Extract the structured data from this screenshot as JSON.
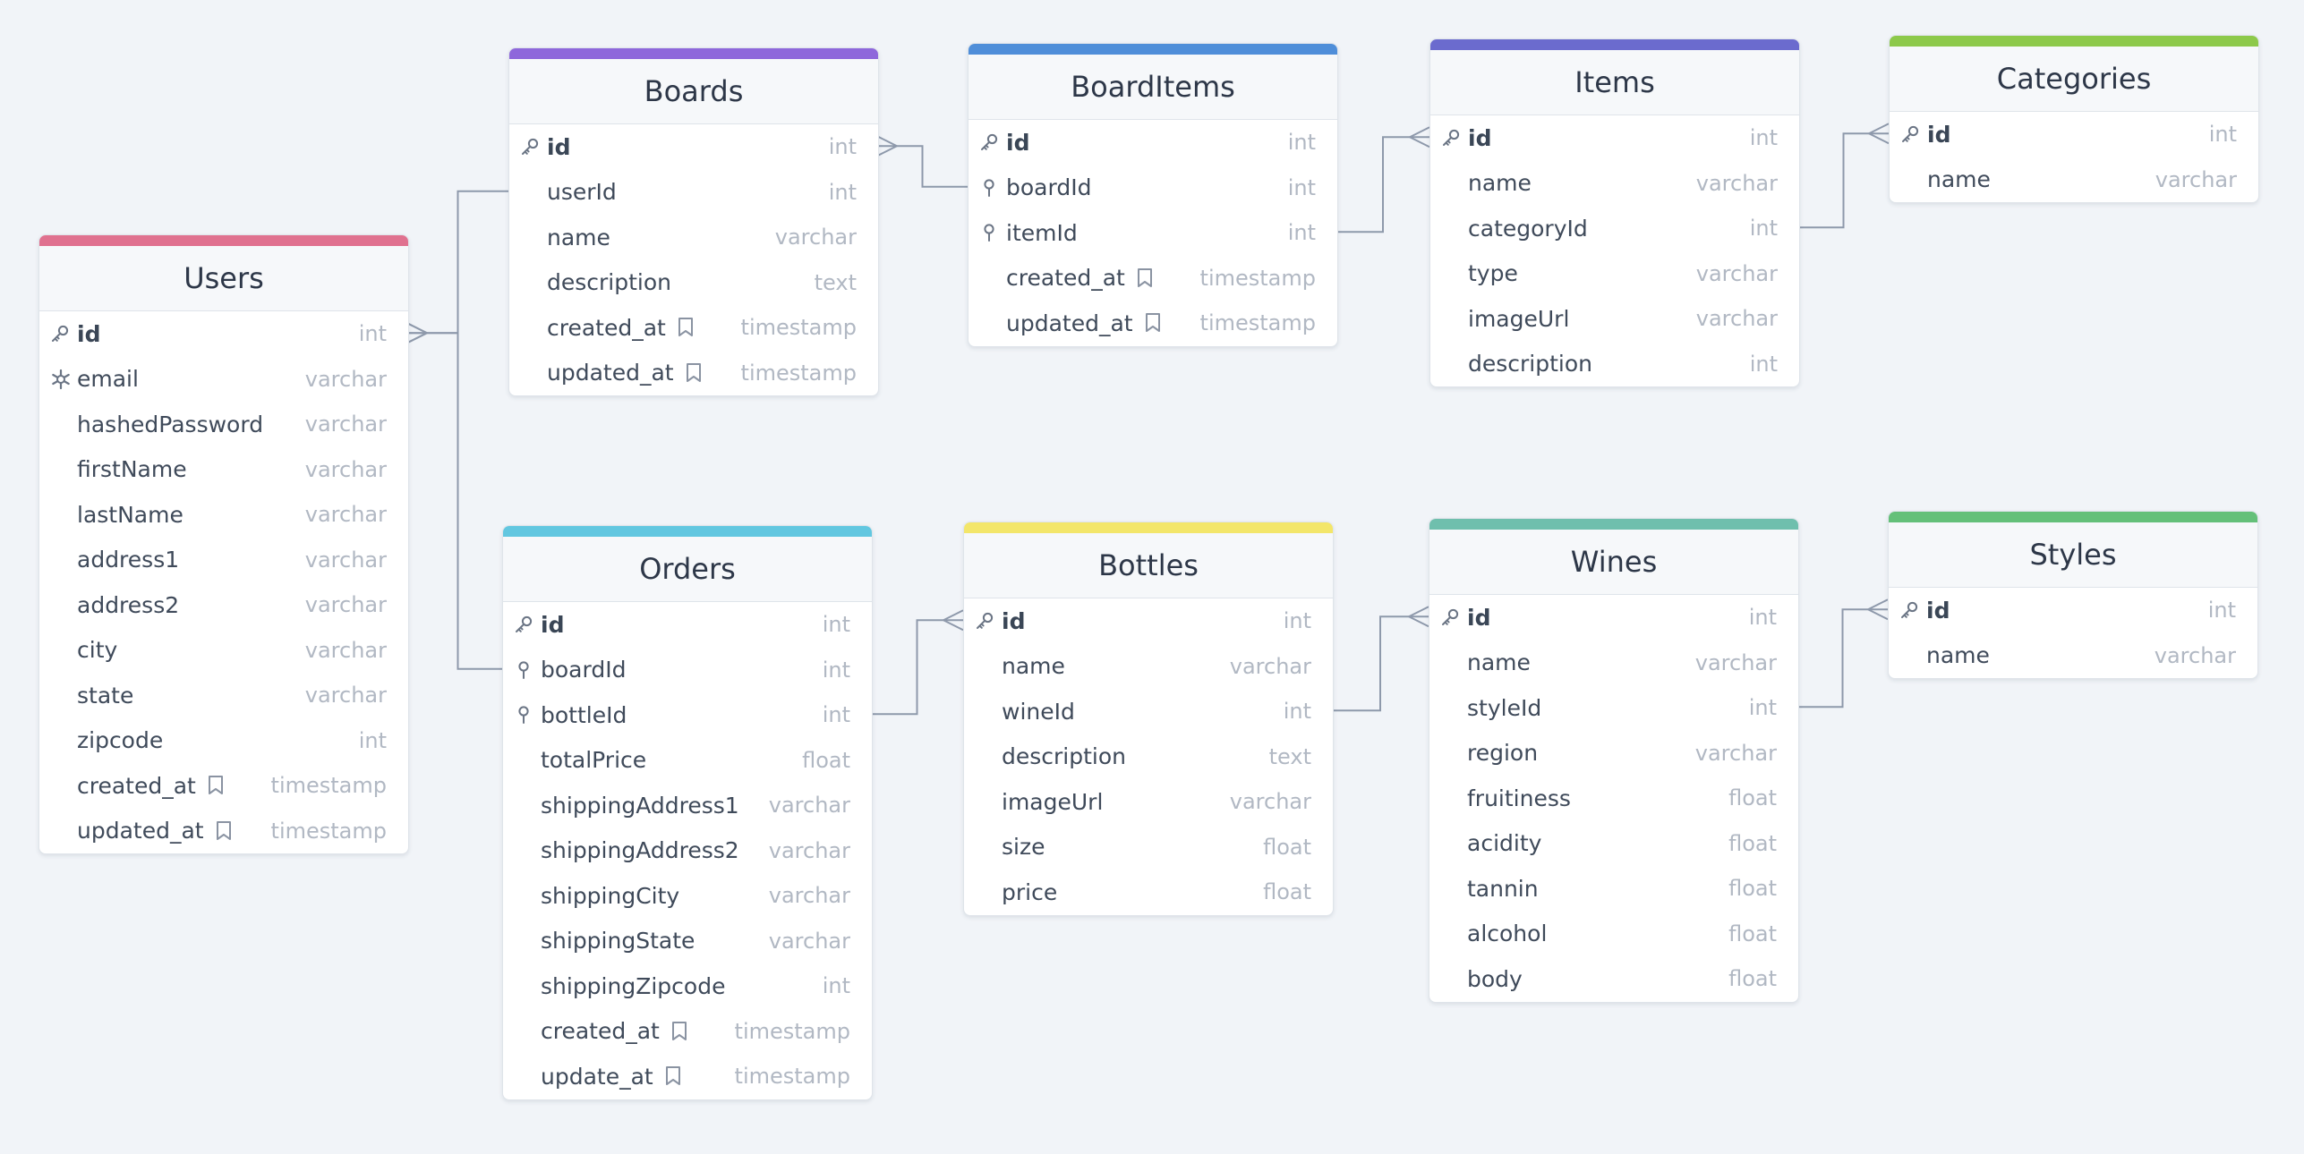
{
  "colors": {
    "background": "#f1f4f8",
    "connector": "#8e99ab",
    "users": "#e0718f",
    "boards": "#8e67db",
    "boardItems": "#4f8ed9",
    "items": "#6b6bce",
    "categories": "#8dc94a",
    "orders": "#62c7e0",
    "bottles": "#f3e66a",
    "wines": "#6fbfad",
    "styles": "#64c079"
  },
  "tables": [
    {
      "id": "users",
      "title": "Users",
      "colorKey": "users",
      "fields": [
        {
          "name": "id",
          "type": "int",
          "icon": "key-icon",
          "pk": true
        },
        {
          "name": "email",
          "type": "varchar",
          "icon": "unique-icon"
        },
        {
          "name": "hashedPassword",
          "type": "varchar"
        },
        {
          "name": "firstName",
          "type": "varchar"
        },
        {
          "name": "lastName",
          "type": "varchar"
        },
        {
          "name": "address1",
          "type": "varchar"
        },
        {
          "name": "address2",
          "type": "varchar"
        },
        {
          "name": "city",
          "type": "varchar"
        },
        {
          "name": "state",
          "type": "varchar"
        },
        {
          "name": "zipcode",
          "type": "int"
        },
        {
          "name": "created_at",
          "type": "timestamp",
          "note": "note-icon"
        },
        {
          "name": "updated_at",
          "type": "timestamp",
          "note": "note-icon"
        }
      ]
    },
    {
      "id": "boards",
      "title": "Boards",
      "colorKey": "boards",
      "fields": [
        {
          "name": "id",
          "type": "int",
          "icon": "key-icon",
          "pk": true
        },
        {
          "name": "userId",
          "type": "int"
        },
        {
          "name": "name",
          "type": "varchar"
        },
        {
          "name": "description",
          "type": "text"
        },
        {
          "name": "created_at",
          "type": "timestamp",
          "note": "note-icon"
        },
        {
          "name": "updated_at",
          "type": "timestamp",
          "note": "note-icon"
        }
      ]
    },
    {
      "id": "boardItems",
      "title": "BoardItems",
      "colorKey": "boardItems",
      "fields": [
        {
          "name": "id",
          "type": "int",
          "icon": "key-icon",
          "pk": true
        },
        {
          "name": "boardId",
          "type": "int",
          "icon": "pin-icon"
        },
        {
          "name": "itemId",
          "type": "int",
          "icon": "pin-icon"
        },
        {
          "name": "created_at",
          "type": "timestamp",
          "note": "note-icon"
        },
        {
          "name": "updated_at",
          "type": "timestamp",
          "note": "note-icon"
        }
      ]
    },
    {
      "id": "items",
      "title": "Items",
      "colorKey": "items",
      "fields": [
        {
          "name": "id",
          "type": "int",
          "icon": "key-icon",
          "pk": true
        },
        {
          "name": "name",
          "type": "varchar"
        },
        {
          "name": "categoryId",
          "type": "int"
        },
        {
          "name": "type",
          "type": "varchar"
        },
        {
          "name": "imageUrl",
          "type": "varchar"
        },
        {
          "name": "description",
          "type": "int"
        }
      ]
    },
    {
      "id": "categories",
      "title": "Categories",
      "colorKey": "categories",
      "fields": [
        {
          "name": "id",
          "type": "int",
          "icon": "key-icon",
          "pk": true
        },
        {
          "name": "name",
          "type": "varchar"
        }
      ]
    },
    {
      "id": "orders",
      "title": "Orders",
      "colorKey": "orders",
      "fields": [
        {
          "name": "id",
          "type": "int",
          "icon": "key-icon",
          "pk": true
        },
        {
          "name": "boardId",
          "type": "int",
          "icon": "pin-icon"
        },
        {
          "name": "bottleId",
          "type": "int",
          "icon": "pin-icon"
        },
        {
          "name": "totalPrice",
          "type": "float"
        },
        {
          "name": "shippingAddress1",
          "type": "varchar"
        },
        {
          "name": "shippingAddress2",
          "type": "varchar"
        },
        {
          "name": "shippingCity",
          "type": "varchar"
        },
        {
          "name": "shippingState",
          "type": "varchar"
        },
        {
          "name": "shippingZipcode",
          "type": "int"
        },
        {
          "name": "created_at",
          "type": "timestamp",
          "note": "note-icon"
        },
        {
          "name": "update_at",
          "type": "timestamp",
          "note": "note-icon"
        }
      ]
    },
    {
      "id": "bottles",
      "title": "Bottles",
      "colorKey": "bottles",
      "fields": [
        {
          "name": "id",
          "type": "int",
          "icon": "key-icon",
          "pk": true
        },
        {
          "name": "name",
          "type": "varchar"
        },
        {
          "name": "wineId",
          "type": "int"
        },
        {
          "name": "description",
          "type": "text"
        },
        {
          "name": "imageUrl",
          "type": "varchar"
        },
        {
          "name": "size",
          "type": "float"
        },
        {
          "name": "price",
          "type": "float"
        }
      ]
    },
    {
      "id": "wines",
      "title": "Wines",
      "colorKey": "wines",
      "fields": [
        {
          "name": "id",
          "type": "int",
          "icon": "key-icon",
          "pk": true
        },
        {
          "name": "name",
          "type": "varchar"
        },
        {
          "name": "styleId",
          "type": "int"
        },
        {
          "name": "region",
          "type": "varchar"
        },
        {
          "name": "fruitiness",
          "type": "float"
        },
        {
          "name": "acidity",
          "type": "float"
        },
        {
          "name": "tannin",
          "type": "float"
        },
        {
          "name": "alcohol",
          "type": "float"
        },
        {
          "name": "body",
          "type": "float"
        }
      ]
    },
    {
      "id": "styles",
      "title": "Styles",
      "colorKey": "styles",
      "fields": [
        {
          "name": "id",
          "type": "int",
          "icon": "key-icon",
          "pk": true
        },
        {
          "name": "name",
          "type": "varchar"
        }
      ]
    }
  ],
  "relationships": [
    {
      "from": "boards.userId",
      "to": "users.id"
    },
    {
      "from": "orders.boardId",
      "to": "users.id"
    },
    {
      "from": "boardItems.boardId",
      "to": "boards.id"
    },
    {
      "from": "boardItems.itemId",
      "to": "items.id"
    },
    {
      "from": "items.categoryId",
      "to": "categories.id"
    },
    {
      "from": "orders.bottleId",
      "to": "bottles.id"
    },
    {
      "from": "bottles.wineId",
      "to": "wines.id"
    },
    {
      "from": "wines.styleId",
      "to": "styles.id"
    }
  ]
}
